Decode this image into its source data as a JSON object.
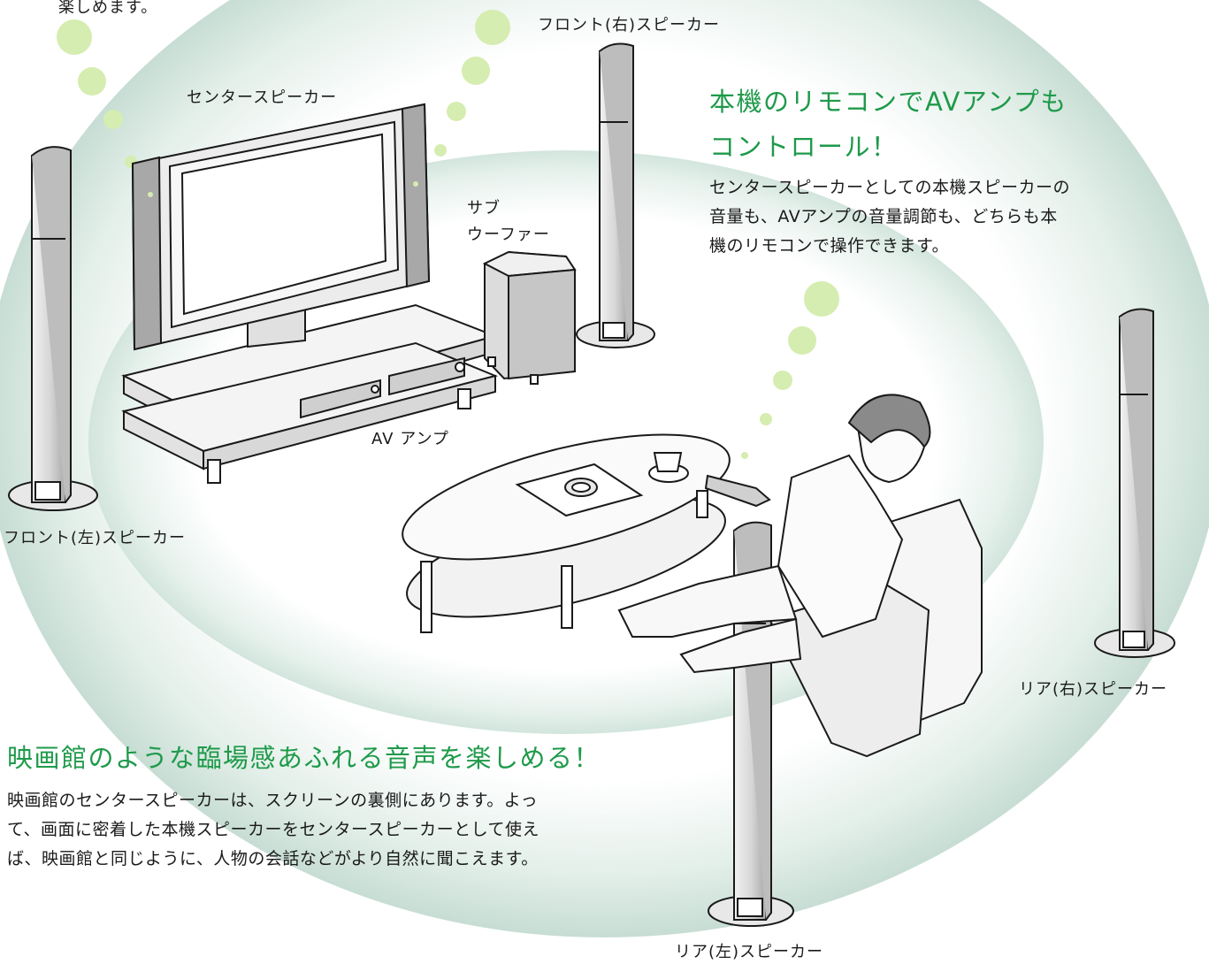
{
  "top_fragment": "楽しめます。",
  "labels": {
    "front_right": "フロント(右)スピーカー",
    "center": "センタースピーカー",
    "subwoofer_line1": "サブ",
    "subwoofer_line2": "ウーファー",
    "av_amp": "AV アンプ",
    "front_left": "フロント(左)スピーカー",
    "rear_right": "リア(右)スピーカー",
    "rear_left": "リア(左)スピーカー"
  },
  "remote_section": {
    "heading_line1": "本機のリモコンでAVアンプも",
    "heading_line2": "コントロール！",
    "body": [
      "センタースピーカーとしての本機スピーカーの",
      "音量も、AVアンプの音量調節も、どちらも本",
      "機のリモコンで操作できます。"
    ]
  },
  "theater_section": {
    "heading": "映画館のような臨場感あふれる音声を楽しめる！",
    "body": [
      "映画館のセンタースピーカーは、スクリーンの裏側にあります。よっ",
      "て、画面に密着した本機スピーカーをセンタースピーカーとして使え",
      "ば、映画館と同じように、人物の会話などがより自然に聞こえます。"
    ]
  },
  "colors": {
    "heading_green": "#1e9a4a",
    "bubble_green": "#d5edb0",
    "glow": "#cfe3dc",
    "line": "#1a1a1a"
  }
}
